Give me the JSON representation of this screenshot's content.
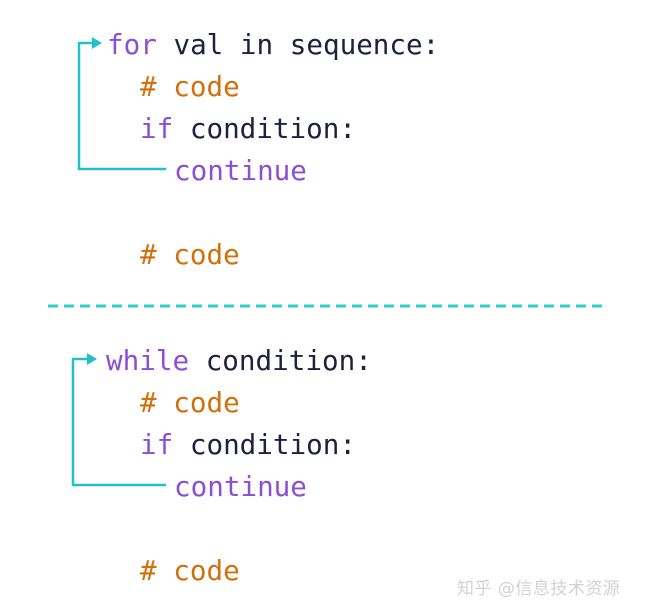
{
  "colors": {
    "keyword": "#8a4fd6",
    "comment": "#d2700e",
    "text": "#1e2040",
    "arrow": "#22c1c8",
    "divider": "#2fd0c8",
    "watermark": "#d2d2d2"
  },
  "for_block": {
    "line1": {
      "keyword": "for",
      "rest": " val in sequence:"
    },
    "line2": {
      "comment": "# code"
    },
    "line3": {
      "keyword": "if",
      "rest": " condition:"
    },
    "line4": {
      "keyword": "continue"
    },
    "line5": {
      "comment": "# code"
    }
  },
  "while_block": {
    "line1": {
      "keyword": "while",
      "rest": " condition:"
    },
    "line2": {
      "comment": "# code"
    },
    "line3": {
      "keyword": "if",
      "rest": " condition:"
    },
    "line4": {
      "keyword": "continue"
    },
    "line5": {
      "comment": "# code"
    }
  },
  "watermark": "知乎 @信息技术资源"
}
